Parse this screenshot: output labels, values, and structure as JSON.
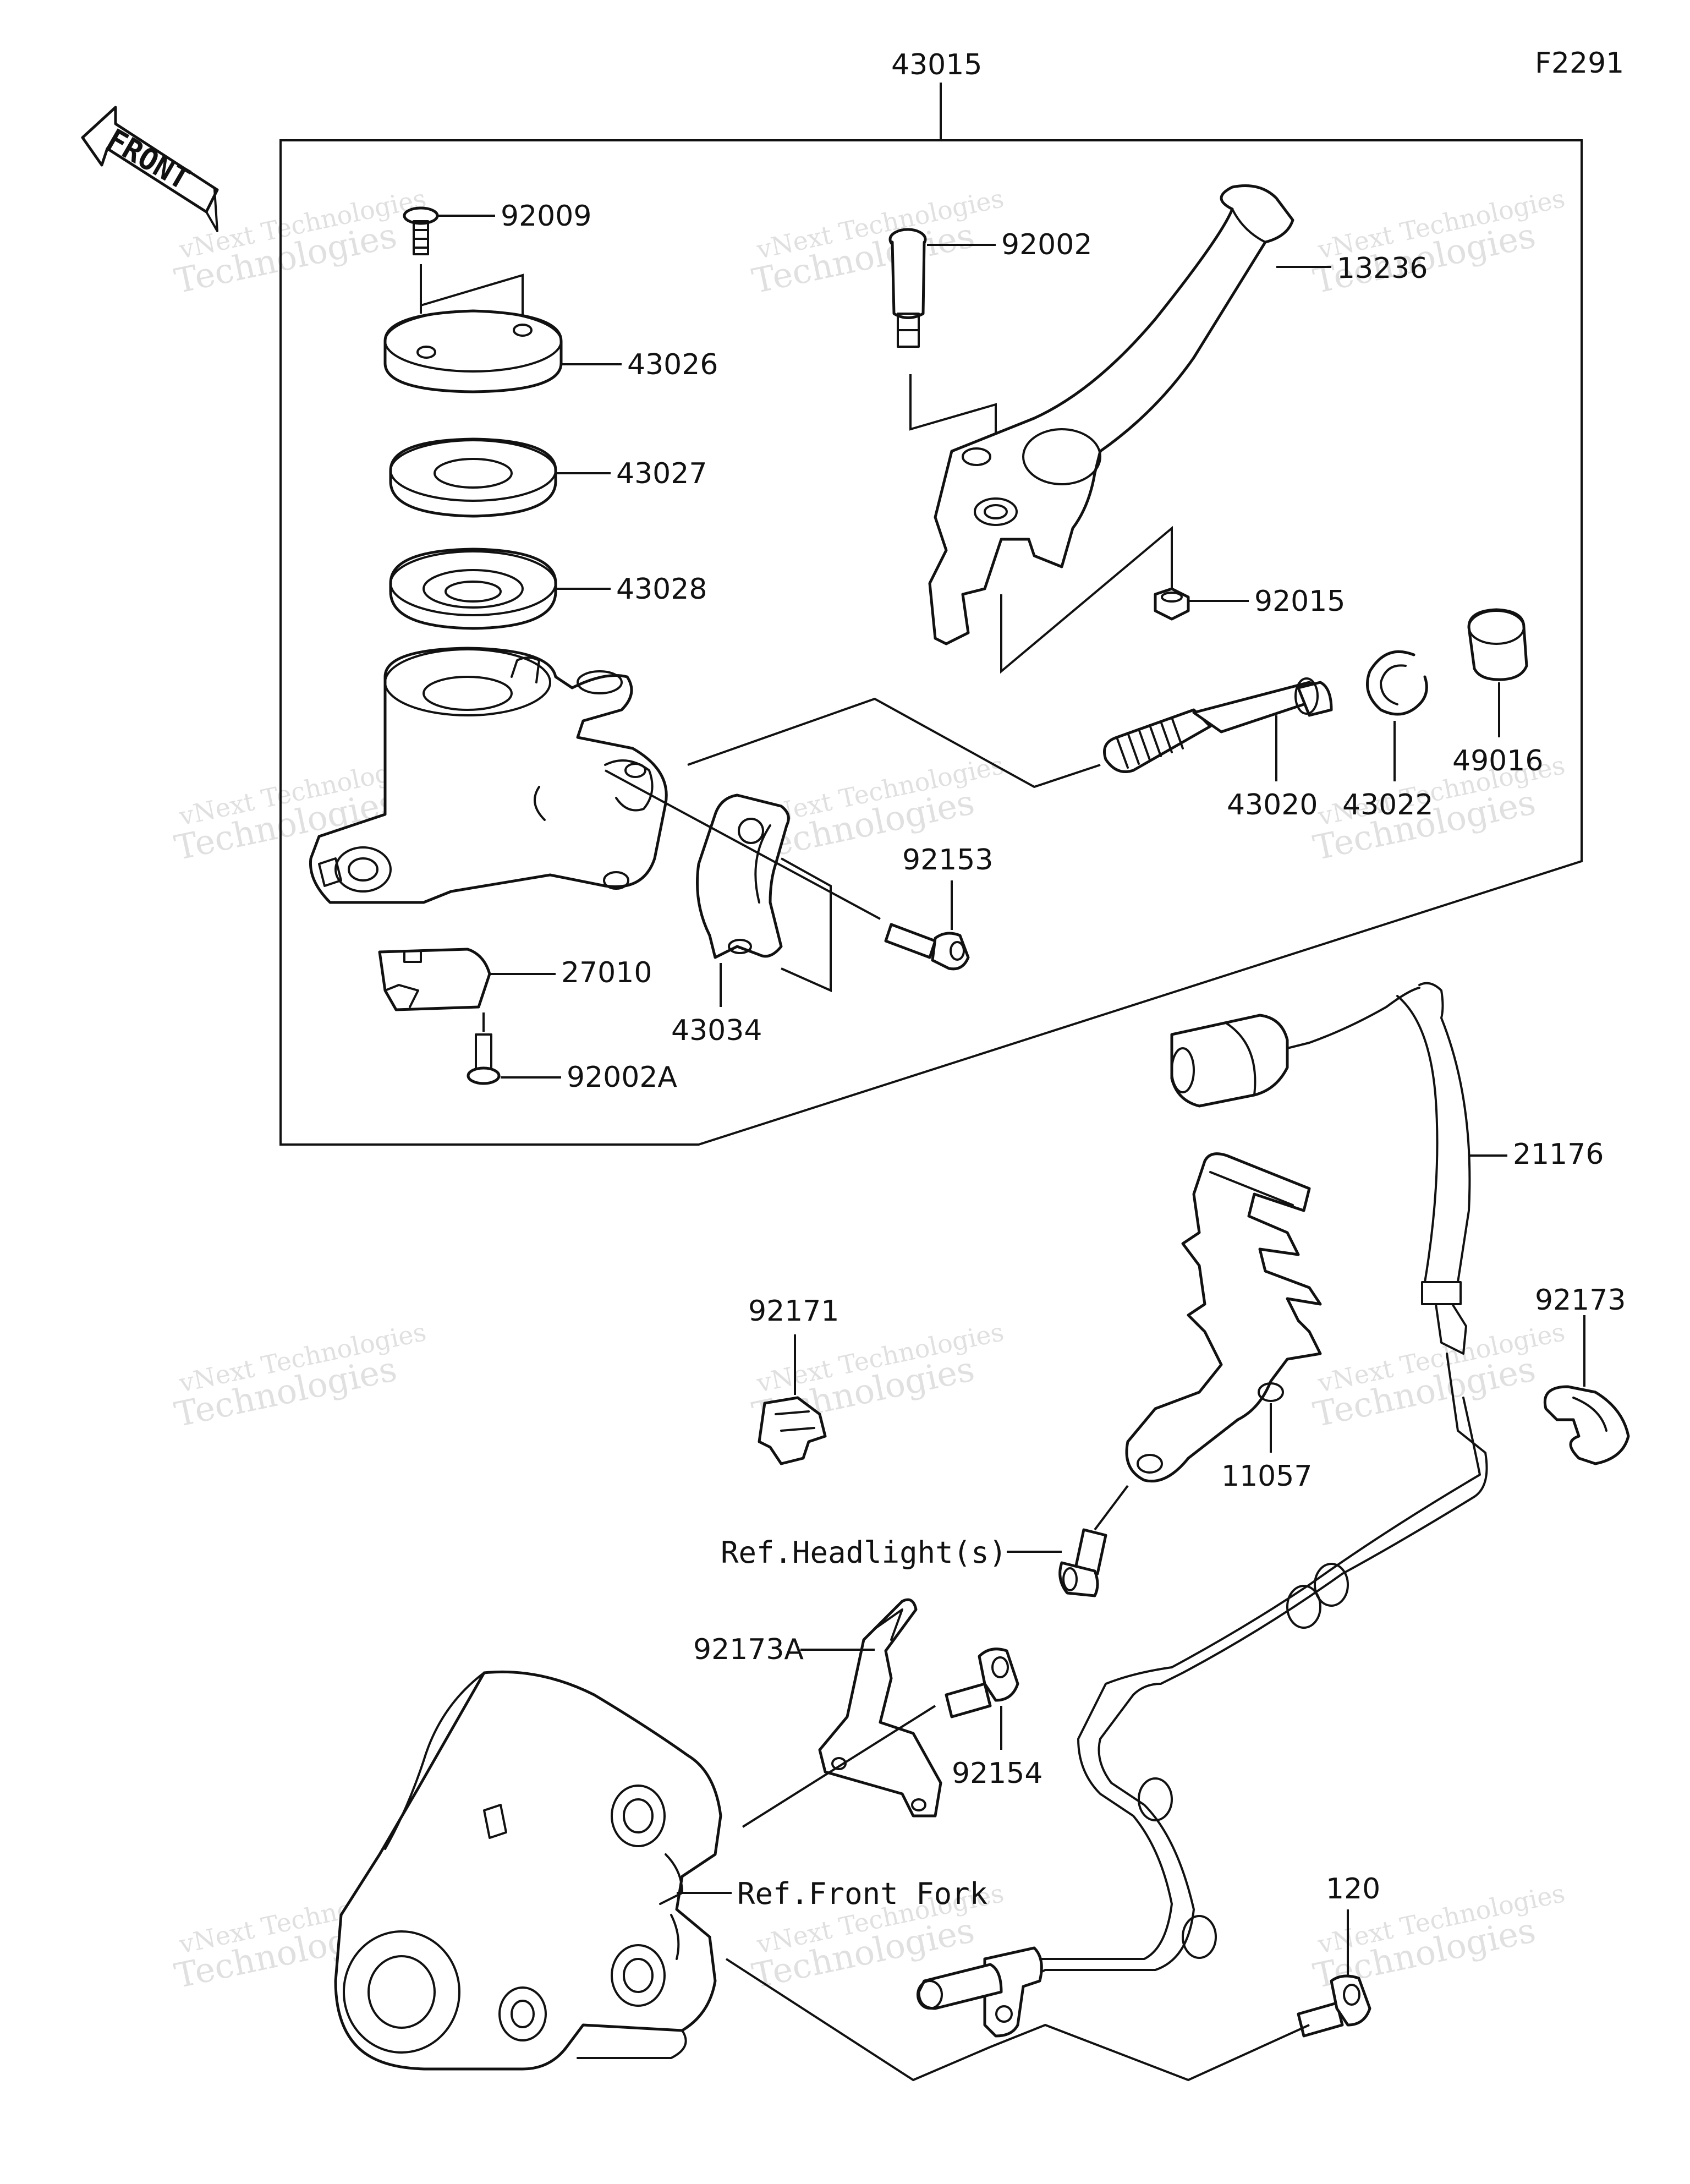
{
  "diagram_code": "F2291",
  "front_label": "FRONT",
  "watermark": {
    "line1": "vNext Technologies",
    "line2": "Technologies",
    "line3": "vNext"
  },
  "callouts": {
    "assembly": "43015",
    "screw_top": "92009",
    "cap": "43026",
    "plate": "43027",
    "diaphragm": "43028",
    "pivot_bolt": "92002",
    "lever": "13236",
    "nut": "92015",
    "circlip": "43022",
    "boot": "49016",
    "piston_kit": "43020",
    "bolt_holder": "92153",
    "switch": "27010",
    "holder": "43034",
    "screw_switch": "92002A",
    "sensor_cable": "21176",
    "clamp_left": "92171",
    "clamp_right": "92173",
    "bracket": "11057",
    "ref_headlight": "Ref.Headlight(s)",
    "clamp_lower": "92173A",
    "bolt_bracket": "92154",
    "ref_front_fork": "Ref.Front Fork",
    "bolt_sensor": "120"
  }
}
